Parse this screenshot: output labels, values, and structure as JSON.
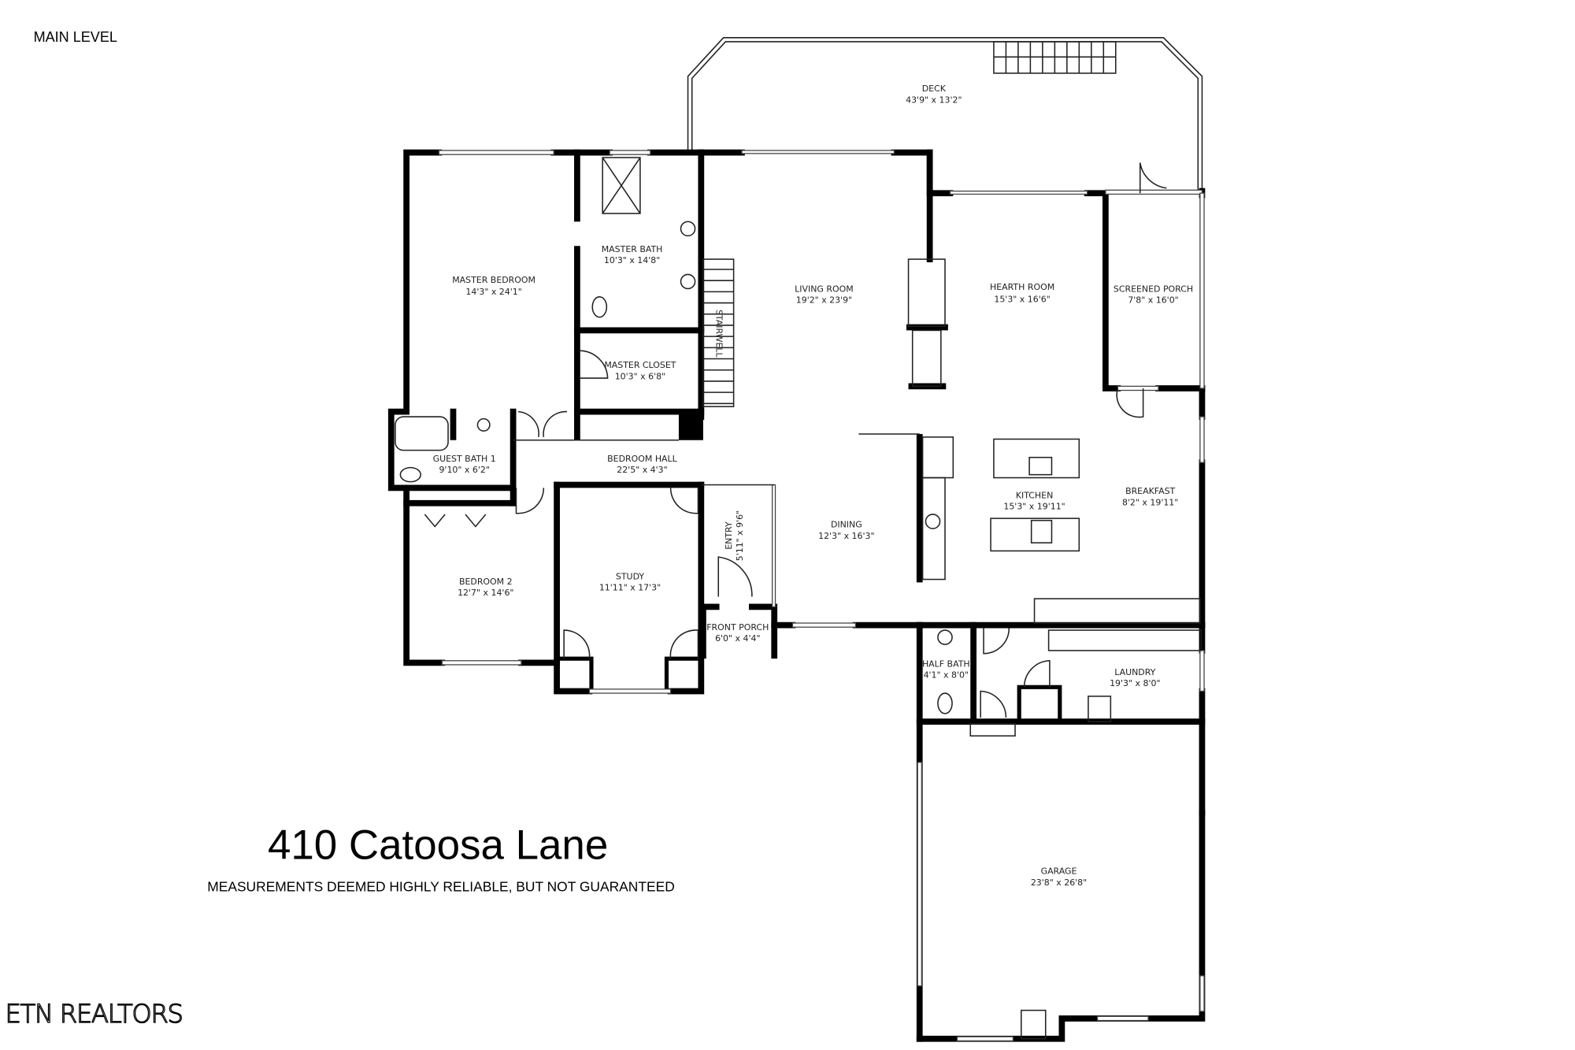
{
  "header": {
    "level_label": "MAIN LEVEL"
  },
  "property": {
    "address": "410 Catoosa Lane",
    "disclaimer": "MEASUREMENTS DEEMED HIGHLY RELIABLE, BUT NOT GUARANTEED"
  },
  "branding": {
    "logo_text": "ETN REALTORS"
  },
  "rooms": {
    "deck": {
      "name": "DECK",
      "dims": "43'9\" x 13'2\""
    },
    "master_bedroom": {
      "name": "MASTER BEDROOM",
      "dims": "14'3\" x 24'1\""
    },
    "master_bath": {
      "name": "MASTER BATH",
      "dims": "10'3\" x 14'8\""
    },
    "master_closet": {
      "name": "MASTER CLOSET",
      "dims": "10'3\" x 6'8\""
    },
    "stairwell": {
      "name": "STAIRWELL"
    },
    "living_room": {
      "name": "LIVING ROOM",
      "dims": "19'2\" x 23'9\""
    },
    "hearth_room": {
      "name": "HEARTH ROOM",
      "dims": "15'3\" x 16'6\""
    },
    "screened_porch": {
      "name": "SCREENED PORCH",
      "dims": "7'8\" x 16'0\""
    },
    "guest_bath_1": {
      "name": "GUEST BATH 1",
      "dims": "9'10\" x 6'2\""
    },
    "bedroom_hall": {
      "name": "BEDROOM HALL",
      "dims": "22'5\" x 4'3\""
    },
    "kitchen": {
      "name": "KITCHEN",
      "dims": "15'3\" x 19'11\""
    },
    "breakfast": {
      "name": "BREAKFAST",
      "dims": "8'2\" x 19'11\""
    },
    "entry": {
      "name": "ENTRY",
      "dims": "5'11\" x 9'6\""
    },
    "dining": {
      "name": "DINING",
      "dims": "12'3\" x 16'3\""
    },
    "bedroom_2": {
      "name": "BEDROOM 2",
      "dims": "12'7\" x 14'6\""
    },
    "study": {
      "name": "STUDY",
      "dims": "11'11\" x 17'3\""
    },
    "front_porch": {
      "name": "FRONT PORCH",
      "dims": "6'0\" x 4'4\""
    },
    "half_bath": {
      "name": "HALF BATH",
      "dims": "4'1\" x 8'0\""
    },
    "laundry": {
      "name": "LAUNDRY",
      "dims": "19'3\" x 8'0\""
    },
    "garage": {
      "name": "GARAGE",
      "dims": "23'8\" x 26'8\""
    }
  }
}
